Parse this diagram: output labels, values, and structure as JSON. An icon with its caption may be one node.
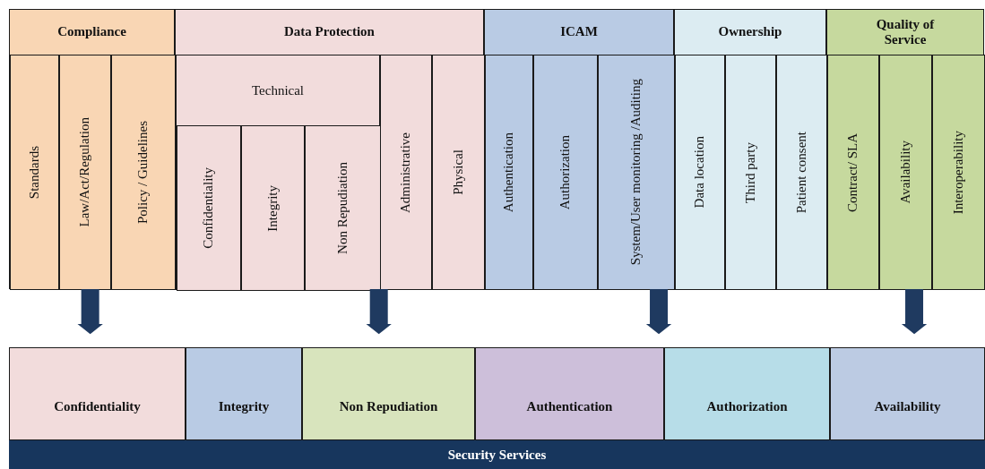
{
  "diagram": {
    "nodes": [
      {
        "text": [
          "Compliance"
        ]
      },
      {
        "text": [
          "Standards"
        ],
        "in": 0
      },
      {
        "text": [
          "Law/Act/Regulation"
        ],
        "in": 0
      },
      {
        "text": [
          "Policy / Guidelines"
        ],
        "in": 0
      },
      {
        "text": [
          "Data Protection"
        ]
      },
      {
        "text": [
          "Technical"
        ],
        "in": 4
      },
      {
        "text": [
          "Confidentiality"
        ],
        "in": 5
      },
      {
        "text": [
          "Integrity"
        ],
        "in": 5
      },
      {
        "text": [
          "Non Repudiation"
        ],
        "in": 5
      },
      {
        "text": [
          "Administrative"
        ],
        "in": 4
      },
      {
        "text": [
          "Physical"
        ],
        "in": 4
      },
      {
        "text": [
          "ICAM"
        ]
      },
      {
        "text": [
          "Authentication"
        ],
        "in": 11
      },
      {
        "text": [
          "Authorization"
        ],
        "in": 11
      },
      {
        "text": [
          "System/User monitoring /Auditing"
        ],
        "in": 11
      },
      {
        "text": [
          "Ownership"
        ]
      },
      {
        "text": [
          "Data location"
        ],
        "in": 15
      },
      {
        "text": [
          "Third party"
        ],
        "in": 15
      },
      {
        "text": [
          "Patient consent"
        ],
        "in": 15
      },
      {
        "text": [
          "Quality of Service"
        ]
      },
      {
        "text": [
          "Contract/ SLA"
        ],
        "in": 19
      },
      {
        "text": [
          "Availability"
        ],
        "in": 19
      },
      {
        "text": [
          "Interoperability"
        ],
        "in": 19
      },
      {
        "text": [
          "Security Services"
        ]
      },
      {
        "text": [
          "Confidentiality"
        ],
        "in": 23
      },
      {
        "text": [
          "Integrity"
        ],
        "in": 23
      },
      {
        "text": [
          "Non Repudiation"
        ],
        "in": 23
      },
      {
        "text": [
          "Authentication"
        ],
        "in": 23
      },
      {
        "text": [
          "Authorization"
        ],
        "in": 23
      },
      {
        "text": [
          "Availability"
        ],
        "in": 23
      }
    ],
    "edges": [
      {
        "from": 0,
        "to": 24,
        "arrow": "to"
      },
      {
        "from": 4,
        "to": 26,
        "arrow": "to"
      },
      {
        "from": 11,
        "to": 27,
        "arrow": "to"
      },
      {
        "from": 19,
        "to": 29,
        "arrow": "to"
      }
    ]
  }
}
